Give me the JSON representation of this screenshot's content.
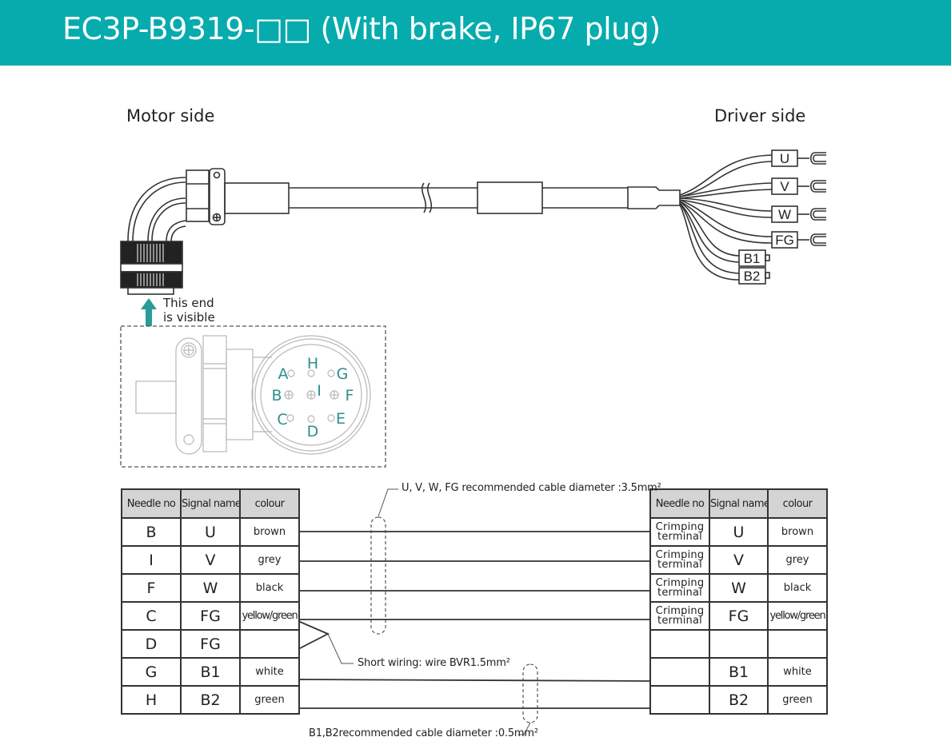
{
  "header": {
    "title": "EC3P-B9319-□□  (With brake, IP67 plug)",
    "background_color": "#06abad"
  },
  "diagram": {
    "motor_side_label": "Motor side",
    "driver_side_label": "Driver side",
    "visible_end_hint_line1": "This end",
    "visible_end_hint_line2": "is visible",
    "arrow_color": "#2a9a9a",
    "driver_terminals": [
      {
        "label": "U",
        "type": "fork"
      },
      {
        "label": "V",
        "type": "fork"
      },
      {
        "label": "W",
        "type": "fork"
      },
      {
        "label": "FG",
        "type": "fork"
      },
      {
        "label": "B1",
        "type": "pin"
      },
      {
        "label": "B2",
        "type": "pin"
      }
    ],
    "connector_face": {
      "pin_letter_color": "#2e8f8f",
      "pins": [
        "A",
        "B",
        "C",
        "D",
        "E",
        "F",
        "G",
        "H",
        "I"
      ]
    }
  },
  "motor_table": {
    "headers": [
      "Needle no",
      "Signal name",
      "colour"
    ],
    "rows": [
      {
        "needle": "B",
        "signal": "U",
        "colour": "brown"
      },
      {
        "needle": "I",
        "signal": "V",
        "colour": "grey"
      },
      {
        "needle": "F",
        "signal": "W",
        "colour": "black"
      },
      {
        "needle": "C",
        "signal": "FG",
        "colour": "yellow/green"
      },
      {
        "needle": "D",
        "signal": "FG",
        "colour": ""
      },
      {
        "needle": "G",
        "signal": "B1",
        "colour": "white"
      },
      {
        "needle": "H",
        "signal": "B2",
        "colour": "green"
      }
    ]
  },
  "driver_table": {
    "headers": [
      "Needle no",
      "Signal name",
      "colour"
    ],
    "rows": [
      {
        "needle": "Crimping terminal",
        "signal": "U",
        "colour": "brown"
      },
      {
        "needle": "Crimping terminal",
        "signal": "V",
        "colour": "grey"
      },
      {
        "needle": "Crimping terminal",
        "signal": "W",
        "colour": "black"
      },
      {
        "needle": "Crimping terminal",
        "signal": "FG",
        "colour": "yellow/green"
      },
      {
        "needle": "",
        "signal": "",
        "colour": ""
      },
      {
        "needle": "",
        "signal": "B1",
        "colour": "white"
      },
      {
        "needle": "",
        "signal": "B2",
        "colour": "green"
      }
    ]
  },
  "notes": {
    "power_cable": "U, V, W, FG recommended cable diameter :3.5mm²",
    "short_wiring": "Short wiring: wire BVR1.5mm²",
    "brake_cable": "B1,B2recommended cable diameter :0.5mm²"
  }
}
